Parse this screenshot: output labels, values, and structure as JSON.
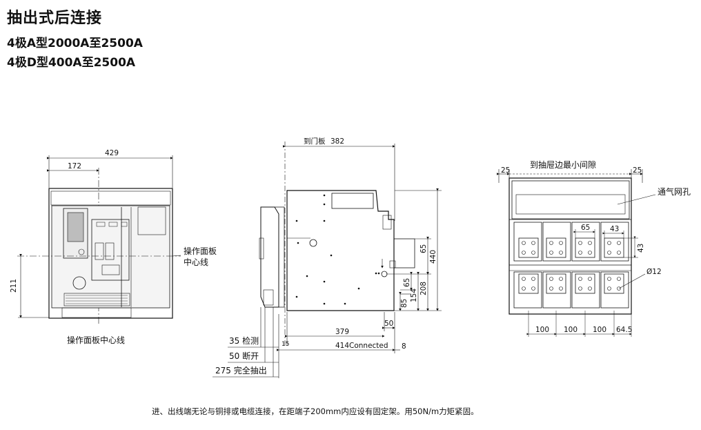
{
  "header": {
    "title": "抽出式后连接",
    "subtitle_1": "4极A型2000A至2500A",
    "subtitle_2": "4极D型400A至2500A"
  },
  "front_view": {
    "dim_width": "429",
    "dim_centerline_offset": "172",
    "dim_centerline_height": "211",
    "label_panel_centerline_bottom": "操作面板中心线",
    "label_panel_centerline_right_1": "操作面板",
    "label_panel_centerline_right_2": "中心线"
  },
  "side_view": {
    "dim_to_door": "到门板",
    "dim_to_door_value": "382",
    "dim_440": "440",
    "dim_65_top": "65",
    "dim_65": "65",
    "dim_154": "154",
    "dim_208": "208",
    "dim_85": "85",
    "dim_379": "379",
    "dim_50": "50",
    "dim_15": "15",
    "dim_414": "414",
    "connected_label": "Connected",
    "dim_8": "8",
    "pos_test": "35 检测",
    "pos_disconnect": "50 断开",
    "pos_withdrawn": "275 完全抽出"
  },
  "rear_view": {
    "dim_left_25": "25",
    "dim_right_25": "25",
    "drawer_gap_label": "到抽屉边最小间隙",
    "vent_label": "通气网孔",
    "dim_65": "65",
    "dim_43_h": "43",
    "dim_43_v": "43",
    "hole_label": "Ø12",
    "pitch_1": "100",
    "pitch_2": "100",
    "pitch_3": "100",
    "pitch_end": "64.5"
  },
  "footer_note": "进、出线端无论与铜排或电缆连接，在距端子200mm内应设有固定架。用50N/m力矩紧固。"
}
